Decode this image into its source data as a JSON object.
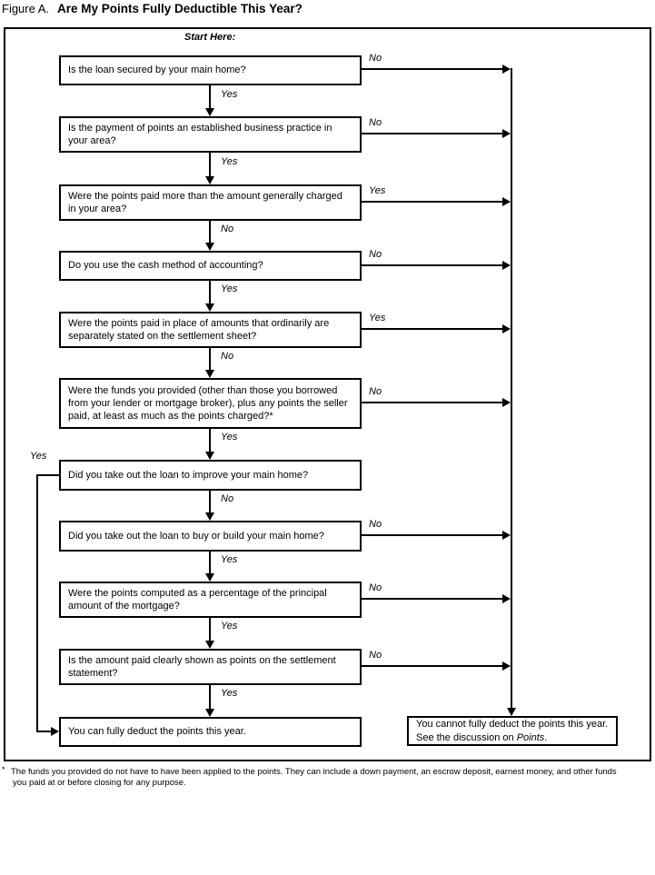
{
  "figure": {
    "label": "Figure A.",
    "title": "Are My Points Fully Deductible This Year?",
    "start": "Start Here:"
  },
  "nodes": [
    {
      "text": "Is the loan secured by your main home?",
      "down_label": "Yes",
      "side_label": "No",
      "side": "right"
    },
    {
      "text": "Is the payment of points an established business practice in your area?",
      "down_label": "Yes",
      "side_label": "No",
      "side": "right"
    },
    {
      "text": "Were the points paid more than the amount generally charged in your area?",
      "down_label": "No",
      "side_label": "Yes",
      "side": "right"
    },
    {
      "text": "Do you use the cash method of accounting?",
      "down_label": "Yes",
      "side_label": "No",
      "side": "right"
    },
    {
      "text": "Were the points paid in place of amounts that ordinarily are separately stated on the settlement sheet?",
      "down_label": "No",
      "side_label": "Yes",
      "side": "right"
    },
    {
      "text": "Were the funds you provided (other than those you borrowed from your lender or mortgage broker), plus any points the seller paid, at least as much as the points charged?*",
      "down_label": "Yes",
      "side_label": "No",
      "side": "right"
    },
    {
      "text": "Did you take out the loan to improve your main home?",
      "down_label": "No",
      "side_label": "Yes",
      "side": "left"
    },
    {
      "text": "Did you take out the loan to buy or build your main home?",
      "down_label": "Yes",
      "side_label": "No",
      "side": "right"
    },
    {
      "text": "Were the points computed as a percentage of the principal amount of the mortgage?",
      "down_label": "Yes",
      "side_label": "No",
      "side": "right"
    },
    {
      "text": "Is the amount paid clearly shown as points on the settlement statement?",
      "down_label": "Yes",
      "side_label": "No",
      "side": "right"
    }
  ],
  "results": {
    "yes": "You can fully deduct the points this year.",
    "no_prefix": "You cannot fully deduct the points this year. See the discussion on ",
    "no_italic": "Points",
    "no_suffix": "."
  },
  "footnote": {
    "marker": "*",
    "line1": "The funds you provided do not have to have been applied to the points. They can include a down payment, an escrow deposit, earnest money, and other funds",
    "line2": "you paid at or before closing for any purpose."
  }
}
